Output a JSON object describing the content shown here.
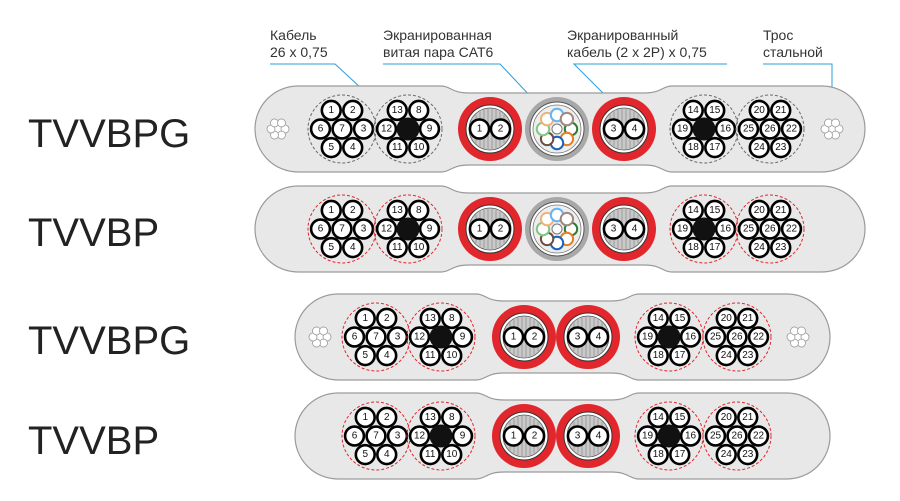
{
  "colors": {
    "jacket": "#e8e8e8",
    "jacket_stroke": "#9a9a9a",
    "shield_red": "#e1262c",
    "leader": "#2a9fd8",
    "core_black": "#111111",
    "dashed_gray": "#6a6a6a",
    "dashed_red": "#e1262c",
    "cat6_gray": "#a8a8a8"
  },
  "labels": [
    {
      "lines": [
        "Кабель",
        "26 x 0,75"
      ]
    },
    {
      "lines": [
        "Экранированная",
        "витая пара CAT6"
      ]
    },
    {
      "lines": [
        "Экранированный",
        "кабель (2 x 2P) x 0,75"
      ]
    },
    {
      "lines": [
        "Трос",
        "стальной"
      ]
    }
  ],
  "models": [
    "TVVBPG",
    "TVVBP",
    "TVVBPG",
    "TVVBP"
  ],
  "groups": {
    "g1": {
      "center": "7",
      "ring": [
        "1",
        "2",
        "3",
        "4",
        "5",
        "6"
      ]
    },
    "g2": {
      "center": "",
      "ring": [
        "13",
        "8",
        "9",
        "10",
        "11",
        "12"
      ]
    },
    "g3": {
      "center": "",
      "ring": [
        "14",
        "15",
        "16",
        "17",
        "18",
        "19"
      ]
    },
    "g4": {
      "center": "26",
      "ring": [
        "20",
        "21",
        "22",
        "23",
        "24",
        "25"
      ]
    },
    "pair_a": [
      "1",
      "2"
    ],
    "pair_b": [
      "3",
      "4"
    ]
  }
}
